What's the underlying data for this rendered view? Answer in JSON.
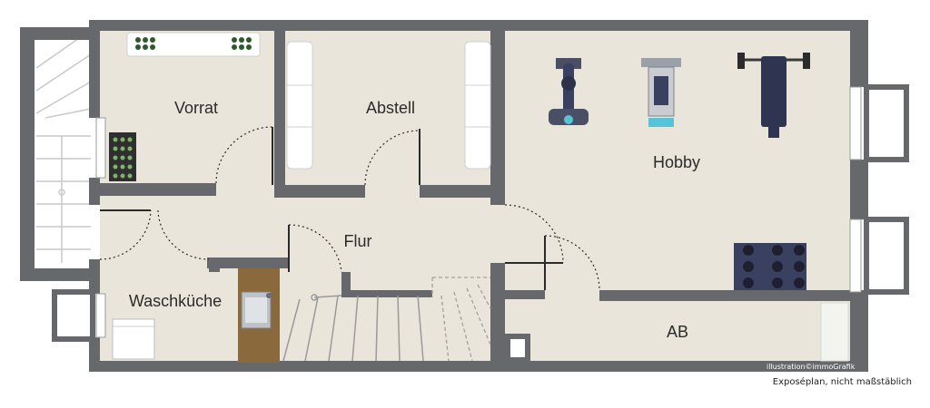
{
  "rooms": {
    "vorrat": "Vorrat",
    "abstell": "Abstell",
    "hobby": "Hobby",
    "flur": "Flur",
    "waschkueche": "Waschküche",
    "ab": "AB"
  },
  "credit": "illustration©immoGrafik",
  "caption": "Exposéplan, nicht maßstäblich",
  "colors": {
    "wall": "#67686c",
    "floor": "#e9e5da",
    "kitchen": "#8a6a3c",
    "equipment": "#3a4160",
    "accent": "#56c4d6"
  },
  "icons": [
    "stair-icon",
    "door-swing-icon",
    "window-icon",
    "shelf-icon",
    "wine-rack-icon",
    "sink-icon",
    "washing-machine-icon",
    "leg-press-icon",
    "cable-machine-icon",
    "bench-press-icon",
    "dumbbell-rack-icon"
  ]
}
